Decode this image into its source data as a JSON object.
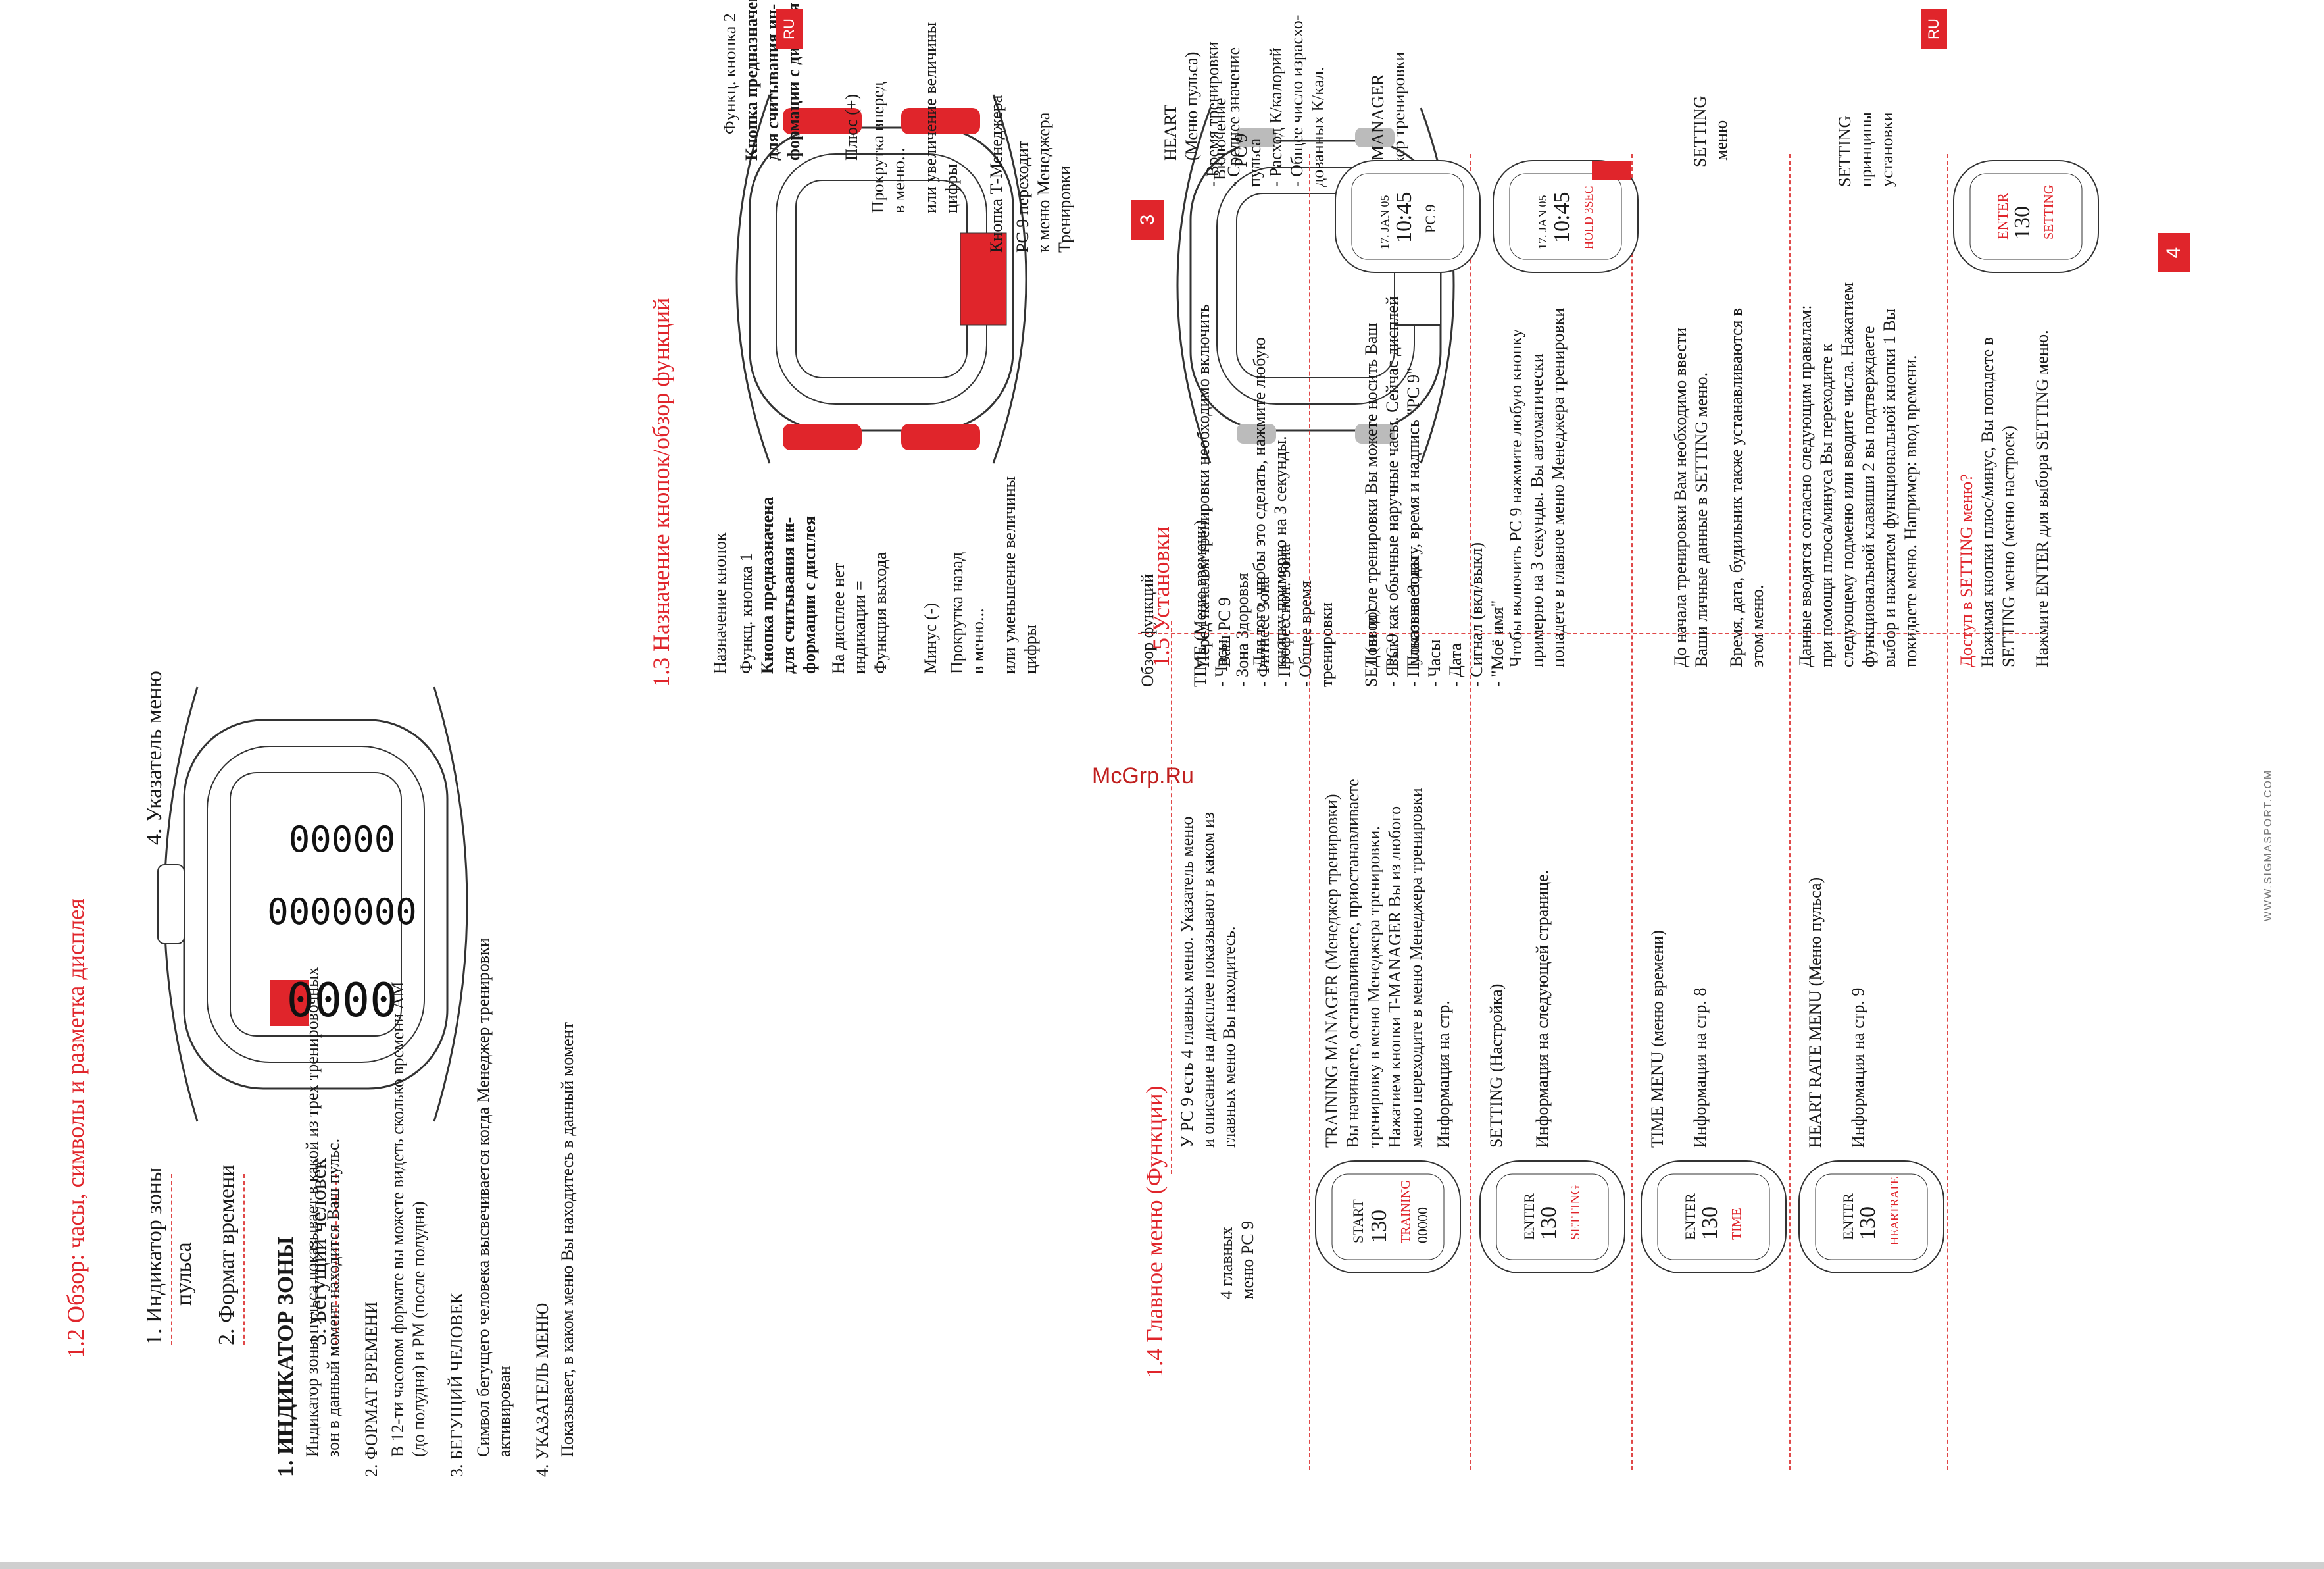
{
  "watermark": "McGrp.Ru",
  "site": "WWW.SIGMASPORT.COM",
  "lang_badge": "RU",
  "page_numbers": [
    "3",
    "4"
  ],
  "colors": {
    "accent": "#e0252b",
    "dash": "#e04848"
  },
  "sec12": {
    "title": "1.2  Обзор: часы, символы и разметка дисплея",
    "labels": {
      "l1a": "1. Индикатор зоны",
      "l1b": "пульса",
      "l2": "2. Формат времени",
      "l3": "3. Бегущий человек",
      "l4": "4. Указатель меню"
    },
    "items": [
      {
        "head": "1. ИНДИКАТОР ЗОНЫ",
        "lines": [
          "Индикатор зоны пульса показывает в какой из трех тренировочных",
          "зон в данный момент находится Ваш пульс."
        ]
      },
      {
        "head": "2. ФОРМАТ ВРЕМЕНИ",
        "lines": [
          "В 12-ти часовом формате вы можете видеть сколько времени AM",
          "(до полудня) и PM (после полудня)"
        ]
      },
      {
        "head": "3. БЕГУЩИЙ ЧЕЛОВЕК",
        "lines": [
          "Символ бегущего человека высвечивается когда Менеджер тренировки",
          "активирован"
        ]
      },
      {
        "head": "4. УКАЗАТЕЛЬ МЕНЮ",
        "lines": [
          "Показывает, в каком меню Вы находитесь в данный момент"
        ]
      }
    ]
  },
  "sec13": {
    "title": "1.3  Назначение кнопок/обзор функций",
    "left": [
      "Назначение кнопок",
      "Функц. кнопка 1",
      "Кнопка предназначена",
      "для считывания ин-",
      "формации с дисплея",
      "На дисплее нет",
      "индикации =",
      "Функция выхода"
    ],
    "minus": [
      "Минус (-)",
      "Прокрутка назад",
      "в меню...",
      "или уменьшение величины",
      "цифры"
    ],
    "right_top": [
      "Функц. кнопка 2",
      "Кнопка предназначена",
      "для считывания ин-",
      "формации с дисплея"
    ],
    "plus": [
      "Плюс (+)",
      "Прокрутка вперед",
      "в меню...",
      "или увеличение величины",
      "цифры"
    ],
    "tman": [
      "Кнопка Т-Менеджера",
      "PC 9 переходит",
      "к меню Менеджера",
      "Тренировки"
    ],
    "overview": "Обзор функций",
    "time_menu": [
      "TIME (Меню времени)",
      "- Часы",
      "- Зона Здоровья",
      "- Фитнесс Зона",
      "- Профессион. Зона",
      "- Общее время",
      "  тренировки"
    ],
    "set_menu": [
      "SET (ввод)",
      "- Язык",
      "- Пульсовые Зоны",
      "- Часы",
      "- Дата",
      "- Сигнал (вкл/выкл)",
      "- \"Моё имя\""
    ],
    "heart_menu": [
      "HEART",
      "(Меню пульса)",
      "- Время тренировки",
      "- Среднее значение",
      "  пульса",
      "- Расход К/калорий",
      "- Общее число израсхо-",
      "  дованных К/кал."
    ],
    "manager_menu": [
      "MANAGER",
      "- Менеджер тренировки"
    ]
  },
  "sec14": {
    "title": "1.4  Главное меню (Функции)",
    "side": [
      "4 главных",
      "меню PC 9"
    ],
    "intro": [
      "У PC 9 есть 4 главных меню. Указатель меню",
      "и описание на дисплее показывают в каком из",
      "главных меню Вы находитесь."
    ],
    "training": [
      "TRAINING MANAGER (Менеджер тренировки)",
      "Вы начинаете, останавливаете, приостанавливаете",
      "тренировку в меню Менеджера тренировки.",
      "Нажатием кнопки T-MANAGER Вы из любого",
      "меню переходите в меню Менеджера тренировки",
      "Информация на стр."
    ],
    "setting": [
      "SETTING (Настройка)",
      "Информация на следующей странице."
    ],
    "time": [
      "TIME MENU (меню времени)",
      "Информация на стр. 8"
    ],
    "heart": [
      "HEART RATE MENU (Меню пульса)",
      "Информация на стр. 9"
    ]
  },
  "sec15": {
    "title": "1.5  Установки",
    "p1": [
      "Перед началом тренировки необходимо включить",
      "Ваш PC 9"
    ],
    "p2": [
      "Для того, чтобы это сделать, нажмите любую",
      "кнопку примерно на 3 секунды."
    ],
    "on_label": [
      "Включение",
      "PC 9"
    ],
    "p3": [
      "До и после тренировки Вы можете носить Ваш",
      "PC 9 как обычные наручные часы. Сейчас дисплей",
      "Показывает дату, время и надпись \"PC 9\""
    ],
    "p4": [
      "Чтобы включить PC 9 нажмите любую кнопку",
      "примерно на 3 секунды. Вы автоматически",
      "попадете в главное меню Менеджера тренировки"
    ],
    "setting_label": [
      "SETTING",
      "меню"
    ],
    "p5": [
      "До начала тренировки Вам необходимо ввести",
      "Ваши личные данные в SETTING меню."
    ],
    "p6": [
      "Время, дата, будильник также устанавливаются в",
      "этом меню."
    ],
    "p7": [
      "Данные вводятся согласно следующим правилам:",
      "при помощи плюса/минуса Вы переходите к",
      "следующему подменю или вводите числа. Нажатием",
      "функциональной клавиши 2 вы подтверждаете",
      "выбор и нажатием функциональной кнопки 1 Вы",
      "покидаете меню. Например: ввод времени."
    ],
    "setting_rules": [
      "SETTING",
      "принципы",
      "установки"
    ],
    "access_head": "Доступ в SETTING меню?",
    "access": [
      "Нажимая кнопки плюс/минус, Вы попадете в",
      "SETTING меню (меню настроек)"
    ],
    "enter": "Нажмите ENTER для выбора SETTING меню."
  },
  "displays": {
    "start": {
      "line1": "START",
      "line2": "130",
      "line3": "TRAINING",
      "line4": "00000"
    },
    "setting": {
      "line1": "ENTER",
      "line2": "130",
      "line3": "SETTING"
    },
    "time": {
      "line1": "ENTER",
      "line2": "130",
      "line3": "TIME"
    },
    "heart": {
      "line1": "ENTER",
      "line2": "130",
      "line3": "HEARTRATE"
    },
    "clock": {
      "line1": "17. JAN 05",
      "line2": "10:45",
      "line3": "PC 9"
    },
    "hold": {
      "line1": "17. JAN 05",
      "line2": "10:45",
      "line3": "HOLD 3SEC"
    },
    "watch_labels": {
      "time": "TIME",
      "heart": "HEART",
      "set": "SET",
      "manager": "MANAGER"
    }
  }
}
